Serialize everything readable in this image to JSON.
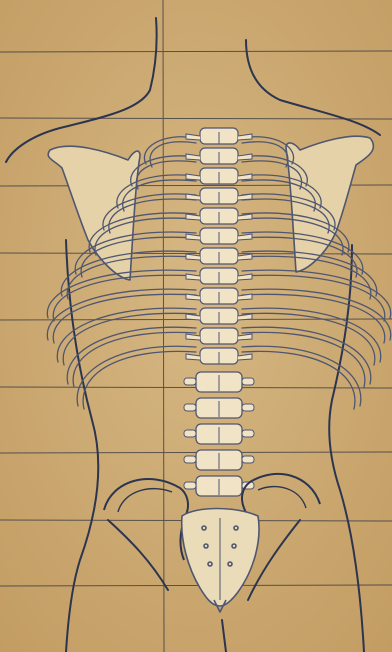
{
  "figure": {
    "subject": "posterior-torso-skeleton-outline",
    "colors": {
      "paper": "#c9a66e",
      "paper_light": "#d6b783",
      "grid_line": "#2f3340",
      "body_outline": "#2c3550",
      "bone_fill": "#f1e3c6",
      "bone_stroke": "#4f5670"
    },
    "elements": [
      "grid-lines",
      "body-outline",
      "left-scapula",
      "right-scapula",
      "rib-cage",
      "thoracic-spine",
      "lumbar-spine",
      "pelvis",
      "sacrum"
    ],
    "counts": {
      "thoracic_vertebrae": 12,
      "lumbar_vertebrae": 5,
      "rib_pairs": 12
    }
  }
}
